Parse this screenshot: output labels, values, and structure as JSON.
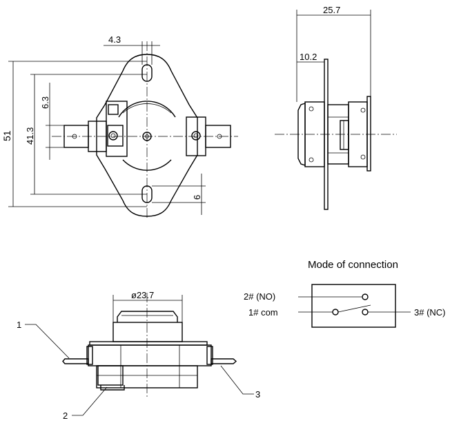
{
  "dimensions": {
    "d_4_3": "4.3",
    "d_6_3": "6.3",
    "d_41_3": "41.3",
    "d_51": "51",
    "d_6": "6",
    "d_25_7": "25.7",
    "d_10_2": "10.2",
    "d_dia": "ø23.7"
  },
  "callouts": {
    "c1": "1",
    "c2": "2",
    "c3": "3"
  },
  "connection": {
    "title": "Mode of connection",
    "no_label": "2# (NO)",
    "com_label": "1# com",
    "nc_label": "3# (NC)"
  }
}
